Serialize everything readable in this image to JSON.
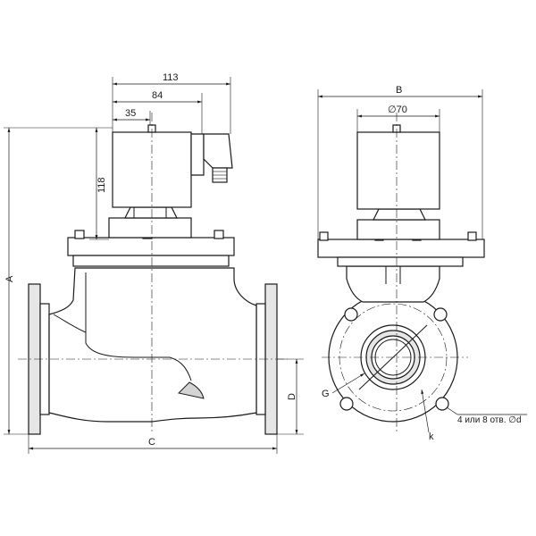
{
  "dimensions": {
    "top_overall": "113",
    "top_mid": "84",
    "top_inner": "35",
    "coil_height": "118",
    "overall_height": "A",
    "overall_length": "C",
    "flange_height": "D",
    "front_width": "B",
    "coil_diameter": "∅70",
    "bolt_circle": "G",
    "flange_thickness": "k",
    "holes_note": "4 или 8 отв. ∅d"
  }
}
